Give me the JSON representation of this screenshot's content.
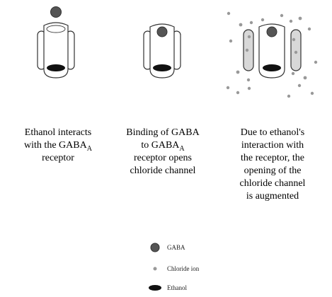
{
  "panels": [
    {
      "caption_lines": [
        "Ethanol interacts",
        "with the GABA",
        "receptor"
      ],
      "caption_sub": "A"
    },
    {
      "caption_lines": [
        "Binding of GABA",
        "to GABA",
        "receptor opens",
        "chloride channel"
      ],
      "caption_sub": "A"
    },
    {
      "caption_lines": [
        "Due to ethanol's",
        "interaction with",
        "the receptor, the",
        "opening of the",
        "chloride channel",
        "is augmented"
      ]
    }
  ],
  "legend": {
    "gaba": "GABA",
    "chloride": "Chloride ion",
    "ethanol": "Ethanol"
  }
}
